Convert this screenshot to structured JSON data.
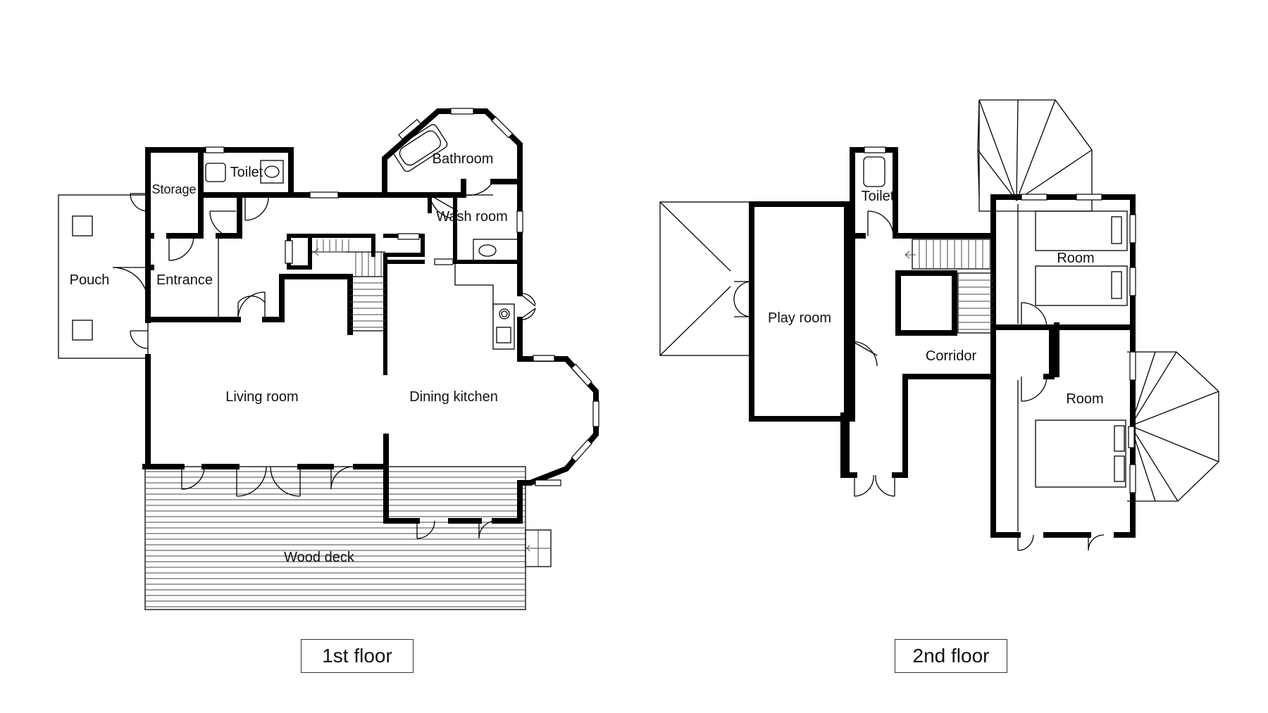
{
  "floors": [
    {
      "title": "1st floor",
      "rooms": {
        "bathroom": "Bathroom",
        "toilet": "Toilet",
        "storage": "Storage",
        "wash_room": "Wash room",
        "pouch": "Pouch",
        "entrance": "Entrance",
        "living_room": "Living room",
        "dining_kitchen": "Dining kitchen",
        "wood_deck": "Wood deck"
      }
    },
    {
      "title": "2nd floor",
      "rooms": {
        "toilet": "Toilet",
        "room_upper": "Room",
        "play_room": "Play room",
        "corridor": "Corridor",
        "room_lower": "Room"
      }
    }
  ]
}
